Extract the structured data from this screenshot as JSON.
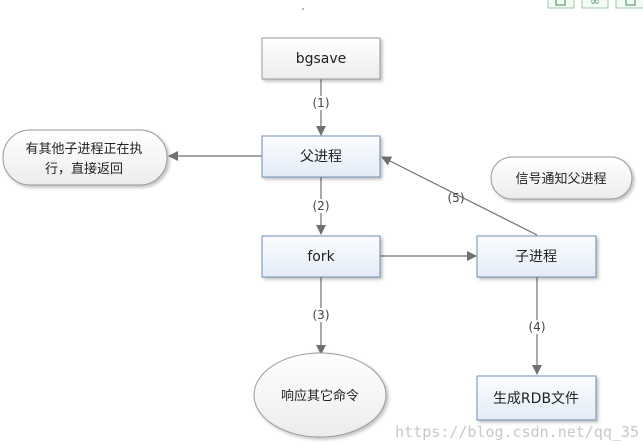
{
  "nodes": {
    "bgsave": "bgsave",
    "parent": "父进程",
    "fork": "fork",
    "child": "子进程",
    "rdb": "生成RDB文件",
    "running_line1": "有其他子进程正在执",
    "running_line2": "行，直接返回",
    "respond": "响应其它命令",
    "signal": "信号通知父进程"
  },
  "steps": {
    "s1": "(1)",
    "s2": "(2)",
    "s3": "(3)",
    "s4": "(4)",
    "s5": "(5)"
  },
  "watermark": "https://blog.csdn.net/qq_35",
  "colors": {
    "box_fill_top": "#fbfcfe",
    "box_fill_bottom": "#e3ecf7",
    "blue_border": "#6f8fb8",
    "gray_border": "#9a9a9a",
    "arrow": "#707070",
    "toolbar_accent": "#5a9a6a"
  }
}
